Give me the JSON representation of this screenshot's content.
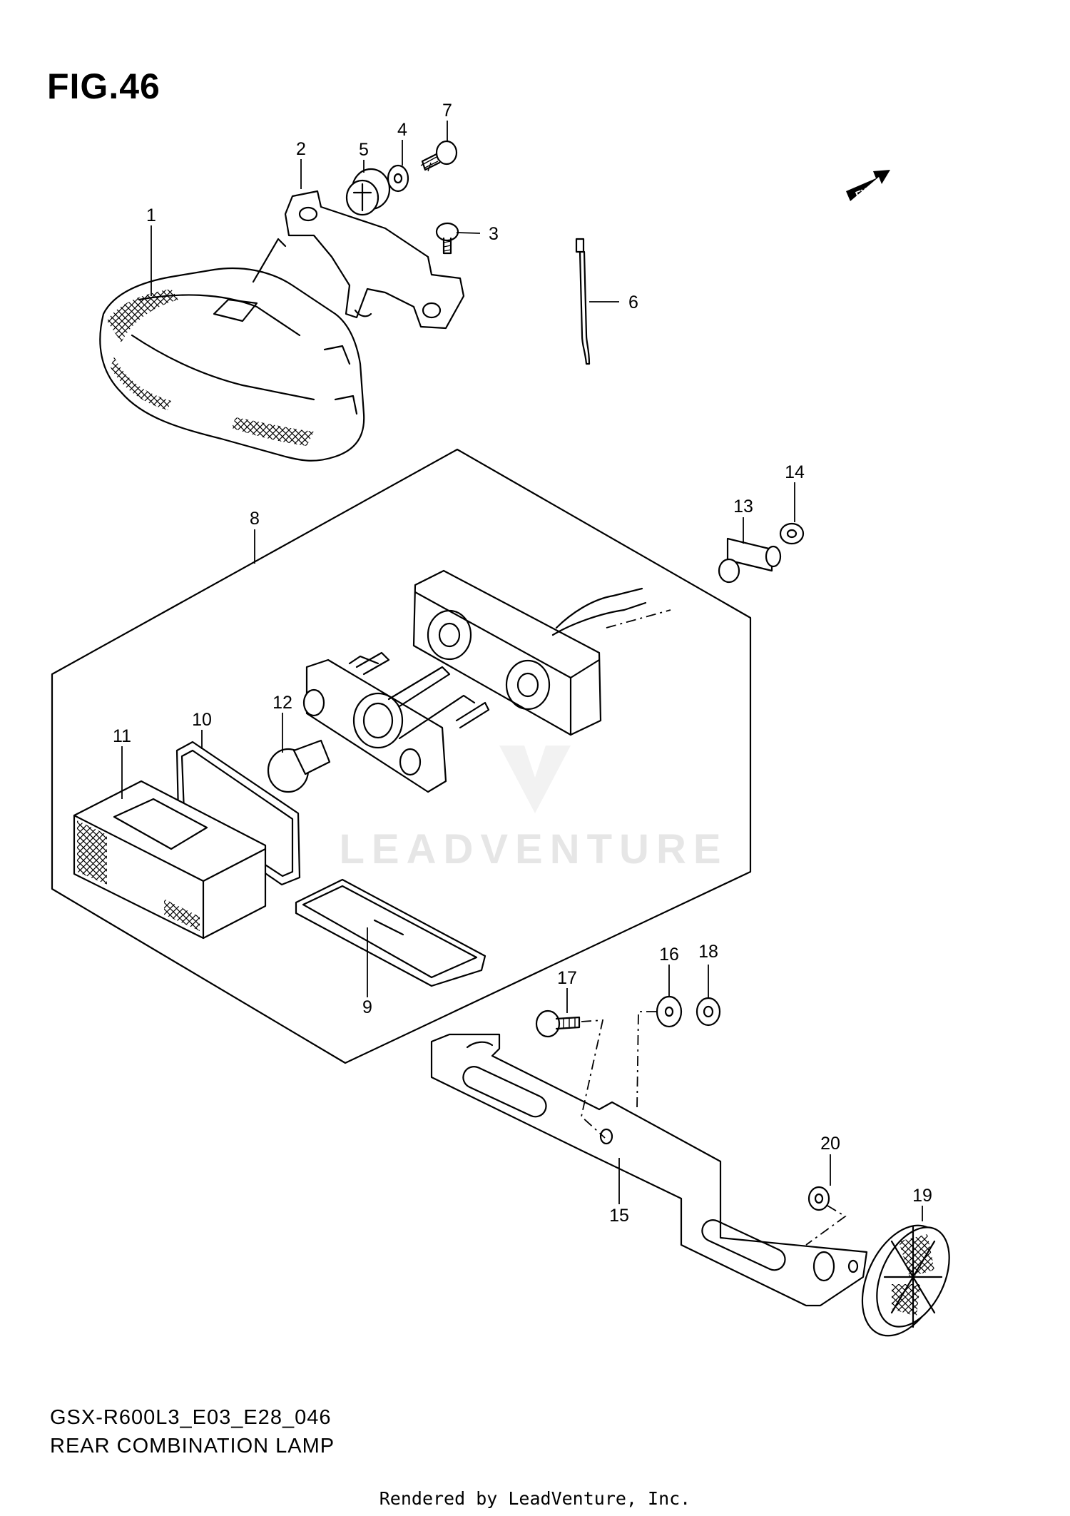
{
  "figure": {
    "title": "FIG.46",
    "model_code": "GSX-R600L3_E03_E28_046",
    "assembly_name": "REAR COMBINATION LAMP",
    "direction_label": "FWD",
    "watermark": "LEADVENTURE",
    "footer": "Rendered by LeadVenture, Inc."
  },
  "callouts": [
    {
      "num": "1"
    },
    {
      "num": "2"
    },
    {
      "num": "3"
    },
    {
      "num": "4"
    },
    {
      "num": "5"
    },
    {
      "num": "6"
    },
    {
      "num": "7"
    },
    {
      "num": "8"
    },
    {
      "num": "9"
    },
    {
      "num": "10"
    },
    {
      "num": "11"
    },
    {
      "num": "12"
    },
    {
      "num": "13"
    },
    {
      "num": "14"
    },
    {
      "num": "15"
    },
    {
      "num": "16"
    },
    {
      "num": "17"
    },
    {
      "num": "18"
    },
    {
      "num": "19"
    },
    {
      "num": "20"
    }
  ]
}
